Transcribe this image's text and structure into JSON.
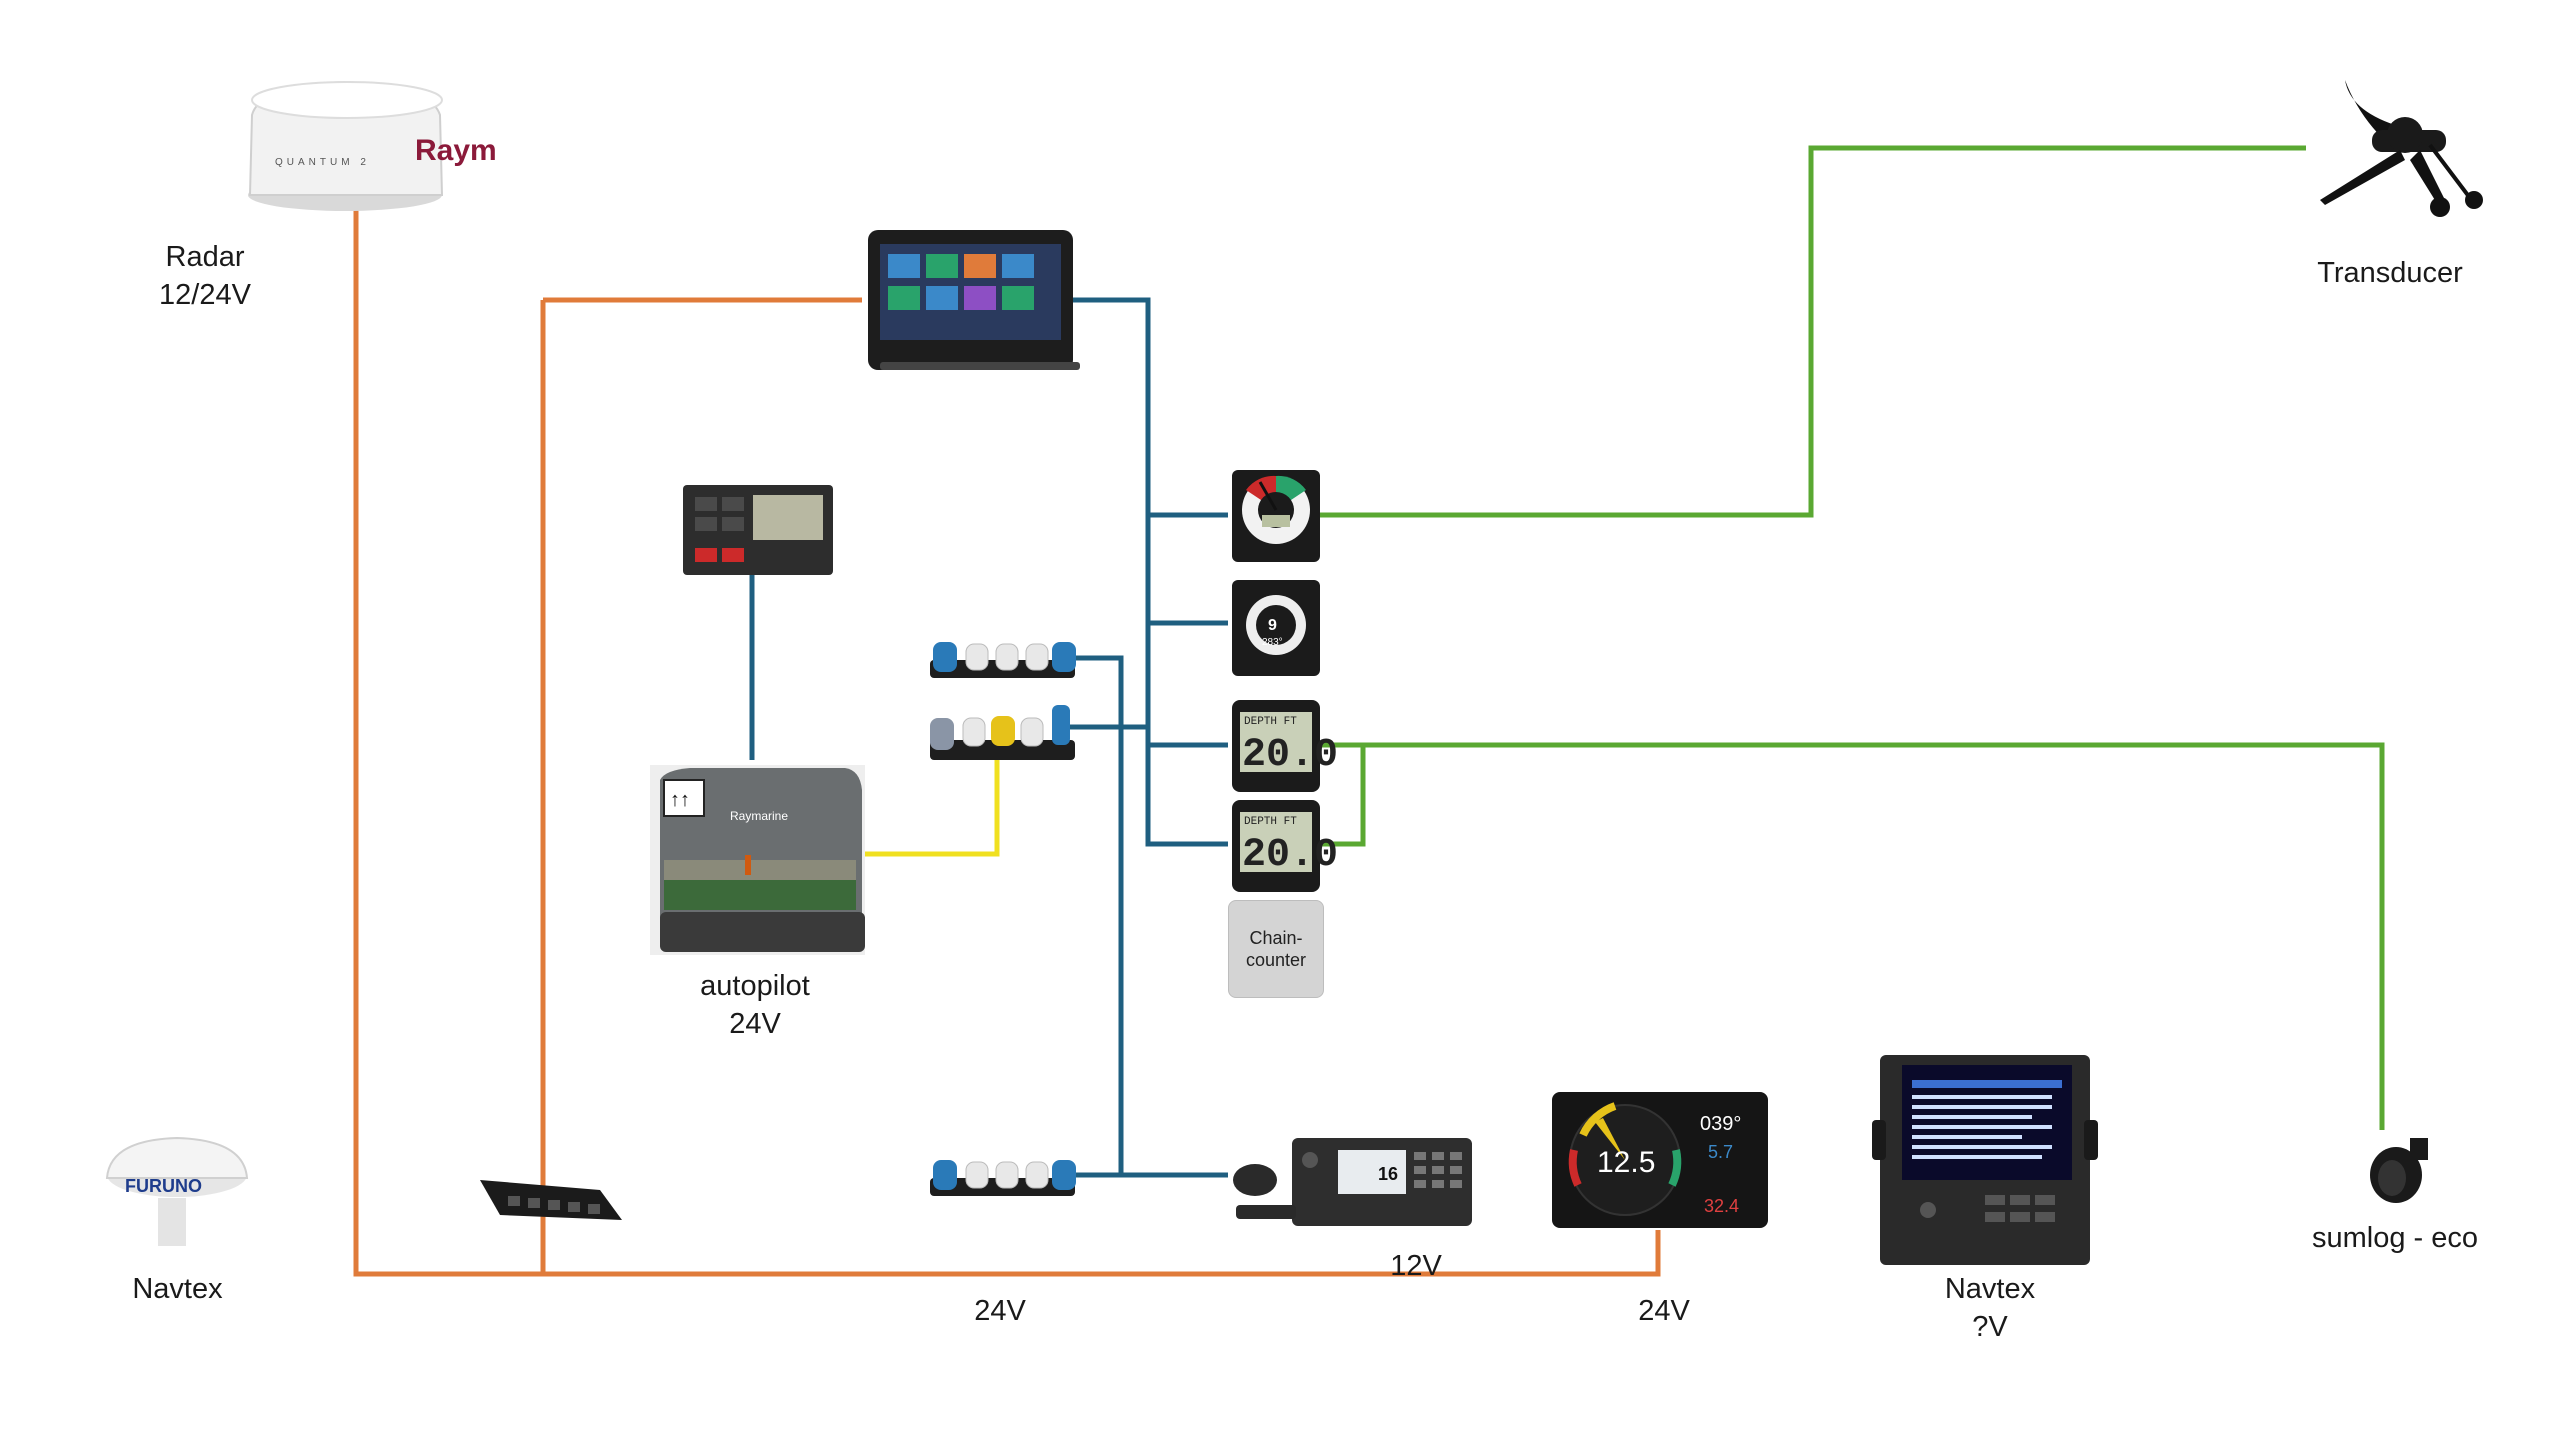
{
  "colors": {
    "power": "#e07b3a",
    "seatalk": "#1f5f80",
    "nmea_green": "#5aa832",
    "yellow": "#f0e020"
  },
  "labels": {
    "radar": [
      "Radar",
      "12/24V"
    ],
    "transducer": "Transducer",
    "autopilot": [
      "autopilot",
      "24V"
    ],
    "navtex_left": "Navtex",
    "volt_24_left": "24V",
    "volt_12": "12V",
    "volt_24_right": "24V",
    "navtex_right": [
      "Navtex",
      "?V"
    ],
    "sumlog": "sumlog - eco",
    "chain_counter": [
      "Chain-",
      "counter"
    ]
  },
  "instrument_readouts": {
    "depth_top": "20.0",
    "depth_bottom": "20.0",
    "depth_tag": "DEPTH FT",
    "multi_speed": "9",
    "multi_heading": "283°",
    "color_display_speed": "12.5",
    "color_display_heading": "039°",
    "color_display_sog": "5.7",
    "color_display_red": "32.4",
    "vhf_channel": "16"
  },
  "brands": {
    "radar_brand": "Raym",
    "radar_model": "QUANTUM 2",
    "furuno": "FURUNO",
    "autopilot_brand": "Raymarine"
  },
  "icons": [
    "radar-dome-icon",
    "chartplotter-icon",
    "wind-transducer-icon",
    "autopilot-control-head-icon",
    "autopilot-computer-icon",
    "seatalk-backbone-icon",
    "wind-instrument-icon",
    "multifunction-instrument-icon",
    "depth-instrument-icon",
    "navtex-antenna-icon",
    "power-distribution-icon",
    "vhf-radio-icon",
    "color-instrument-display-icon",
    "navtex-receiver-icon",
    "depth-speed-transducer-icon"
  ]
}
